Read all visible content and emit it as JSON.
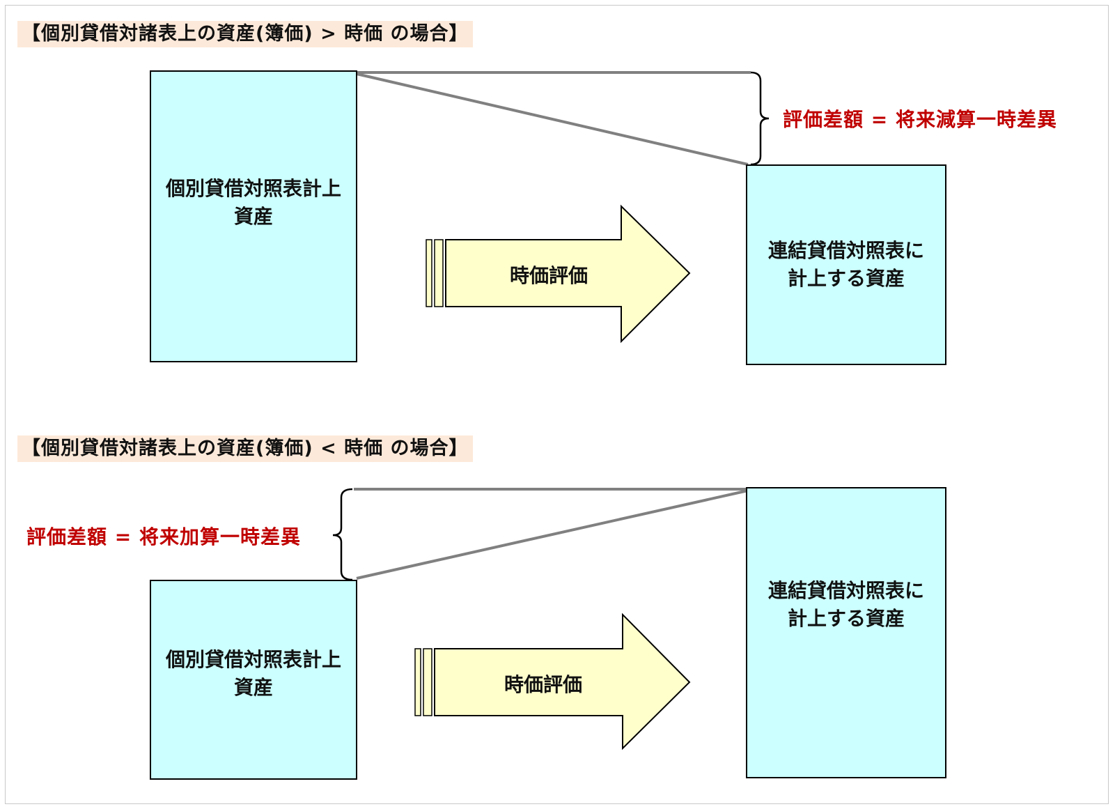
{
  "scenario_greater": {
    "heading": "【個別貸借対諸表上の資産(簿価) > 時価 の場合】",
    "left_box_label": "個別貸借対照表計上\n資産",
    "right_box_label": "連結貸借対照表に\n計上する資産",
    "arrow_label": "時価評価",
    "difference_label": "評価差額 = 将来減算一時差異"
  },
  "scenario_less": {
    "heading": "【個別貸借対諸表上の資産(簿価) < 時価 の場合】",
    "left_box_label": "個別貸借対照表計上\n資産",
    "right_box_label": "連結貸借対照表に\n計上する資産",
    "arrow_label": "時価評価",
    "difference_label": "評価差額 = 将来加算一時差異"
  },
  "colors": {
    "box_fill": "#ccffff",
    "arrow_fill": "#ffffcc",
    "heading_bg": "#fde9d9",
    "difference_text": "#c00000",
    "connector_line": "#808080"
  }
}
